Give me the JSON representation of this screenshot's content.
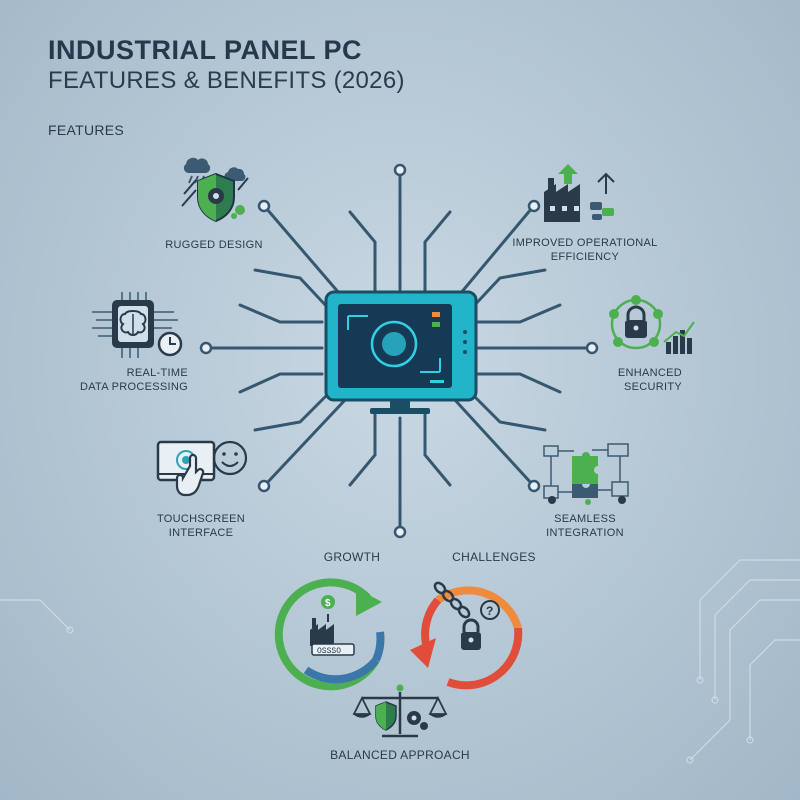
{
  "header": {
    "title": "INDUSTRIAL PANEL PC",
    "subtitle": "FEATURES & BENEFITS (2026)",
    "section_label": "FEATURES"
  },
  "features": [
    {
      "label_lines": [
        "RUGGED DESIGN"
      ],
      "icon": "shield-gear-weather-icon"
    },
    {
      "label_lines": [
        "IMPROVED OPERATIONAL",
        "EFFICIENCY"
      ],
      "icon": "factory-arrow-icon"
    },
    {
      "label_lines": [
        "REAL-TIME",
        "DATA PROCESSING"
      ],
      "icon": "chip-brain-clock-icon"
    },
    {
      "label_lines": [
        "ENHANCED",
        "SECURITY"
      ],
      "icon": "lock-network-icon"
    },
    {
      "label_lines": [
        "TOUCHSCREEN",
        "INTERFACE"
      ],
      "icon": "touch-hand-icon"
    },
    {
      "label_lines": [
        "SEAMLESS",
        "INTEGRATION"
      ],
      "icon": "puzzle-network-icon"
    }
  ],
  "cycle": {
    "growth_label": "GROWTH",
    "challenges_label": "CHALLENGES",
    "balanced_label": "BALANCED APPROACH",
    "growth_counter": "OSSSO",
    "challenge_mark": "?"
  },
  "colors": {
    "line": "#35576f",
    "screen": "#21b3c9",
    "green": "#4caf50",
    "blue": "#3b77a8",
    "orange": "#f08a3c",
    "red": "#e04d3a"
  }
}
